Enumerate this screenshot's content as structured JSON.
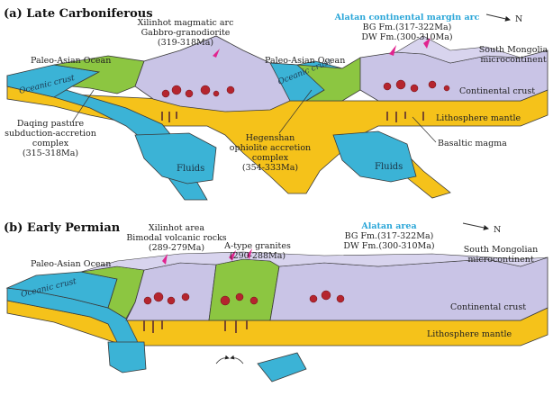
{
  "panel_a": {
    "title": "(a) Late Carboniferous",
    "north": "N",
    "arc1": [
      "Xilinhot magmatic arc",
      "Gabbro-granodiorite",
      "(319-318Ma)"
    ],
    "arc2": [
      "Alatan continental margin arc",
      "BG Fm.(317-322Ma)",
      "DW Fm.(300-310Ma)"
    ],
    "south_mongolian": [
      "South Mongolia",
      "microcontinent"
    ],
    "paleo_asian_1": "Paleo-Asian Ocean",
    "paleo_asian_2": "Paleo-Asian Ocean",
    "oceanic_crust_1": "Oceanic crust",
    "oceanic_crust_2": "Oceanic crust",
    "continental_crust": "Continental crust",
    "lithosphere_mantle": "Lithosphere mantle",
    "daqing": [
      "Daqing pasture",
      "subduction-accretion",
      "complex",
      "(315-318Ma)"
    ],
    "hegenshan": [
      "Hegenshan",
      "ophiolite accretion",
      "complex",
      "(354-333Ma)"
    ],
    "basaltic_magma": "Basaltic magma",
    "fluids_1": "Fluids",
    "fluids_2": "Fluids"
  },
  "panel_b": {
    "title": "(b) Early Permian",
    "north": "N",
    "xilinhot": [
      "Xilinhot area",
      "Bimodal volcanic rocks",
      "(289-279Ma)"
    ],
    "a_type": [
      "A-type granites",
      "(290-288Ma)"
    ],
    "alatan": [
      "Alatan area",
      "BG Fm.(317-322Ma)",
      "DW Fm.(300-310Ma)"
    ],
    "south_mongolian": [
      "South Mongolian",
      "microcontinent"
    ],
    "paleo_asian": "Paleo-Asian Ocean",
    "oceanic_crust": "Oceanic crust",
    "continental_crust": "Continental crust",
    "lithosphere_mantle": "Lithosphere mantle"
  },
  "colors": {
    "oceanic": "#3bb3d6",
    "continental": "#c9c4e6",
    "green_belt": "#8cc641",
    "mantle": "#f5c21a",
    "magma": "#b5252e",
    "pink": "#e0248f",
    "dyke": "#7a4a2a",
    "outline": "#3a3a3a"
  }
}
